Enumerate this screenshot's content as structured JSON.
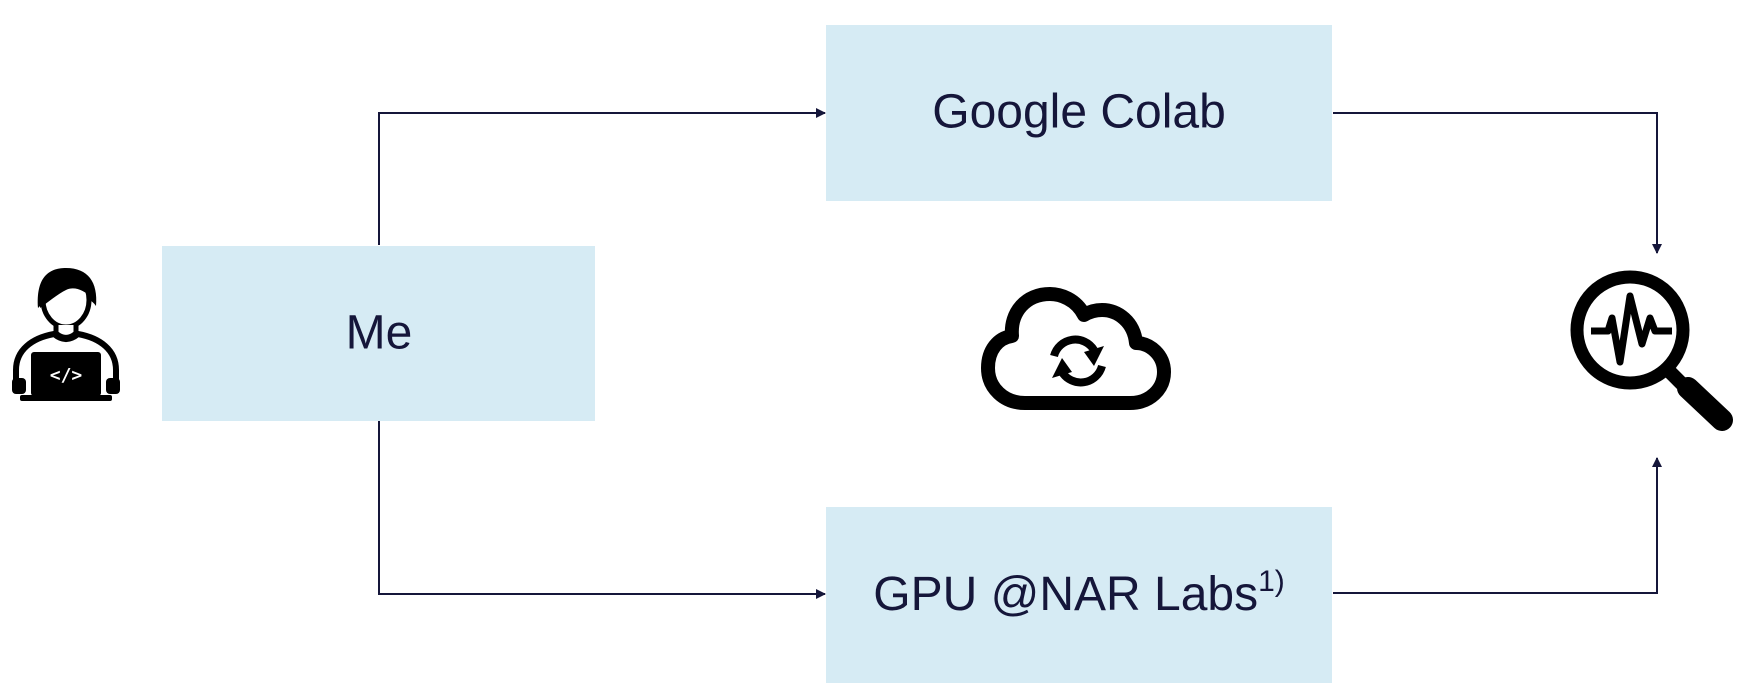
{
  "nodes": {
    "me": {
      "label": "Me"
    },
    "colab": {
      "label": "Google Colab"
    },
    "gpu": {
      "label": "GPU @NAR Labs",
      "superscript": "1)"
    }
  },
  "icons": {
    "user": "developer-at-laptop-icon",
    "laptop_code": "</>",
    "cloud": "cloud-sync-icon",
    "monitor": "magnifier-analytics-icon"
  },
  "colors": {
    "box_fill": "#d6ebf4",
    "line": "#15163a",
    "icon": "#000000"
  }
}
